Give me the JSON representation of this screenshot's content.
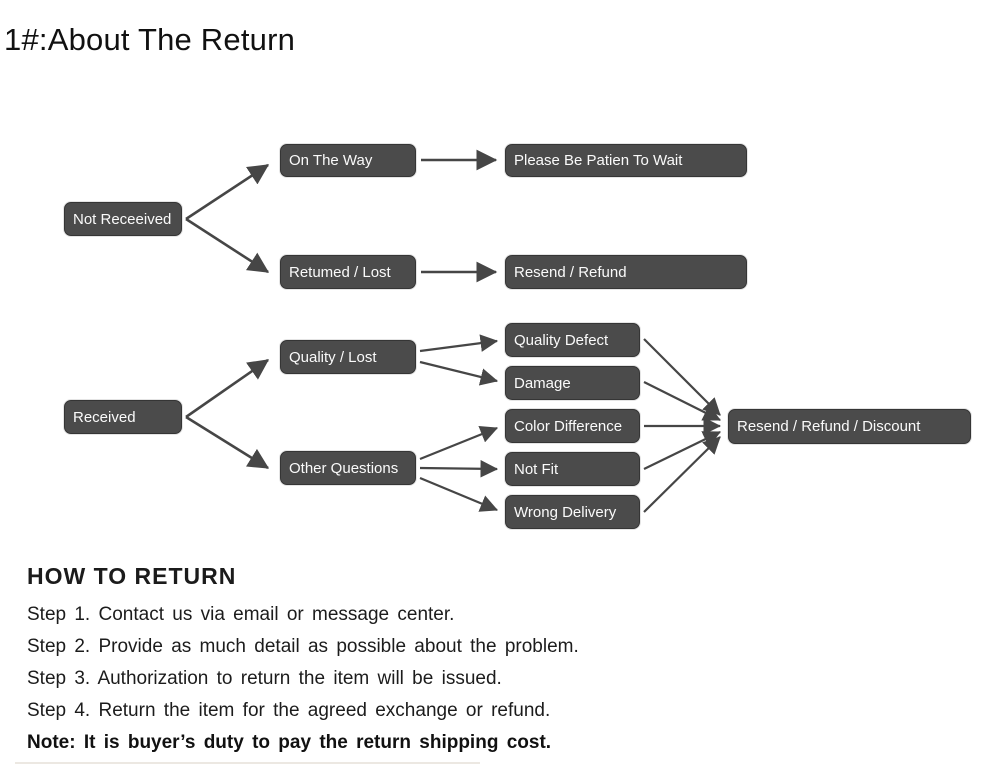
{
  "page": {
    "title": "1#:About The Return"
  },
  "flowchart": {
    "colors": {
      "node_bg": "#4b4b4b",
      "node_border": "#353535",
      "node_text": "#fafafa",
      "arrow": "#464646"
    },
    "nodes": {
      "not_received": "Not Receeived",
      "on_the_way": "On The Way",
      "be_patient": "Please Be Patien To Wait",
      "returned_lost": "Retumed / Lost",
      "resend_refund": "Resend / Refund",
      "received": "Received",
      "quality_lost": "Quality / Lost",
      "other_questions": "Other Questions",
      "quality_defect": "Quality Defect",
      "damage": "Damage",
      "color_difference": "Color Difference",
      "not_fit": "Not Fit",
      "wrong_delivery": "Wrong Delivery",
      "resend_refund_discount": "Resend / Refund / Discount"
    }
  },
  "how_to_return": {
    "heading": "HOW TO RETURN",
    "steps": [
      "Step 1. Contact us via email or message center.",
      "Step 2. Provide as much detail as possible about the problem.",
      "Step 3. Authorization to return the item will be issued.",
      "Step 4. Return the item for the agreed exchange or refund."
    ],
    "note": "Note: It is buyer’s duty to pay the return shipping cost."
  }
}
